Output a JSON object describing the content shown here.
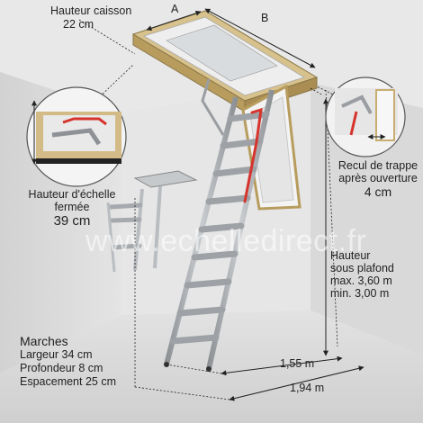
{
  "annotations": {
    "hauteur_caisson_label": "Hauteur caisson",
    "hauteur_caisson_value": "22 cm",
    "dim_a": "A",
    "dim_b": "B",
    "hauteur_echelle_line1": "Hauteur d'échelle",
    "hauteur_echelle_line2": "fermée",
    "hauteur_echelle_value": "39 cm",
    "recul_line1": "Recul de trappe",
    "recul_line2": "après ouverture",
    "recul_value": "4 cm",
    "hauteur_plafond_line1": "Hauteur",
    "hauteur_plafond_line2": "sous plafond",
    "hauteur_max": "max. 3,60 m",
    "hauteur_min": "min. 3,00 m",
    "marches_title": "Marches",
    "largeur": "Largeur 34 cm",
    "profondeur": "Profondeur 8 cm",
    "espacement": "Espacement 25 cm",
    "depth_155": "1,55 m",
    "depth_194": "1,94 m"
  },
  "watermark": "www.echelledirect.fr",
  "colors": {
    "background": "#dcdcdc",
    "ceiling": "#ececec",
    "frame_wood": "#c8b07a",
    "ladder_metal": "#a9adb1",
    "handrail": "#d6332c",
    "dimension_lines": "#222222"
  }
}
